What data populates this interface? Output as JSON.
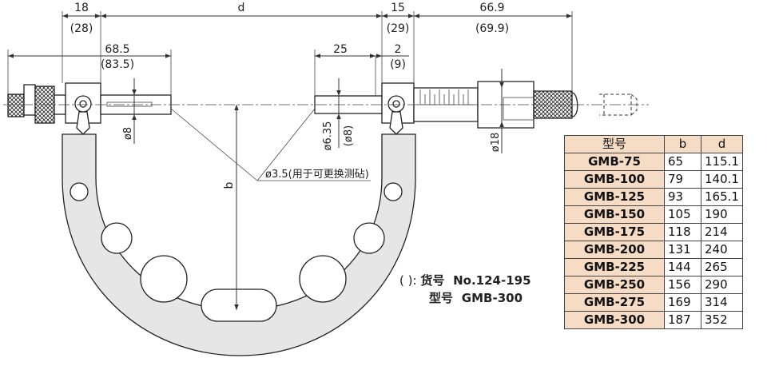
{
  "dimensions": {
    "top_18": "18",
    "top_28": "(28)",
    "top_d": "d",
    "top_15": "15",
    "top_29": "(29)",
    "top_66_9": "66.9",
    "top_69_9": "(69.9)",
    "left_68_5": "68.5",
    "left_83_5": "(83.5)",
    "mid_25": "25",
    "mid_2": "2",
    "mid_9": "(9)",
    "dia_8": "ø8",
    "dia_6_35": "ø6.35",
    "dia_8p": "(ø8)",
    "dia_18": "ø18",
    "dia_3_5": "ø3.5(用于可更换测砧)",
    "label_b": "b"
  },
  "legend": {
    "paren": "( ):",
    "item_no_label": "货号",
    "item_no_value": "No.124-195",
    "model_label": "型号",
    "model_value": "GMB-300"
  },
  "table": {
    "headers": [
      "型号",
      "b",
      "d"
    ],
    "rows": [
      [
        "GMB-75",
        "65",
        "115.1"
      ],
      [
        "GMB-100",
        "79",
        "140.1"
      ],
      [
        "GMB-125",
        "93",
        "165.1"
      ],
      [
        "GMB-150",
        "105",
        "190"
      ],
      [
        "GMB-175",
        "118",
        "214"
      ],
      [
        "GMB-200",
        "131",
        "240"
      ],
      [
        "GMB-225",
        "144",
        "265"
      ],
      [
        "GMB-250",
        "156",
        "290"
      ],
      [
        "GMB-275",
        "169",
        "314"
      ],
      [
        "GMB-300",
        "187",
        "352"
      ]
    ]
  },
  "colors": {
    "frame_fill": "#e6e6e6",
    "table_header_fill": "#f6dcc4"
  }
}
